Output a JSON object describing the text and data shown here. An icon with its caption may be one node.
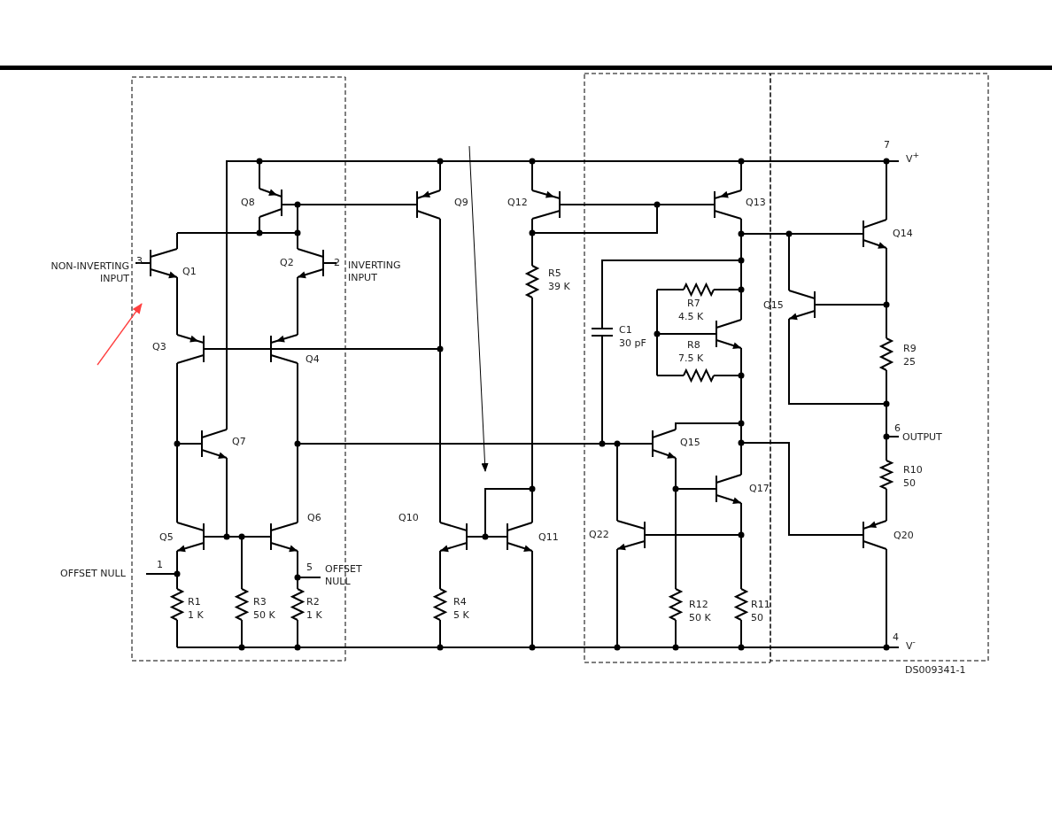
{
  "diagram": {
    "labels": [
      "7",
      "V$^{+}$",
      "Q8",
      "Q9",
      "Q12",
      "Q13",
      "Q14",
      "3",
      "NON-INVERTING INPUT",
      "Q1",
      "Q2",
      "2",
      "INVERTING INPUT",
      "R5",
      "39 K",
      "R7",
      "4.5 K",
      "Q15",
      "C1",
      "30 pF",
      "R8",
      "7.5 K",
      "R9",
      "25",
      "Q3",
      "Q4",
      "Q7",
      "Q15",
      "6",
      "OUTPUT",
      "R10",
      "50",
      "Q6",
      "Q10",
      "Q17",
      "Q5",
      "Q11",
      "Q22",
      "Q20",
      "1",
      "OFFSET NULL",
      "5",
      "OFFSET NULL",
      "R1",
      "1 K",
      "R3",
      "50 K",
      "R2",
      "1 K",
      "R4",
      "5 K",
      "R12",
      "50 K",
      "R11",
      "50",
      "4",
      "V$^{-}$",
      "DS009341-1"
    ]
  }
}
